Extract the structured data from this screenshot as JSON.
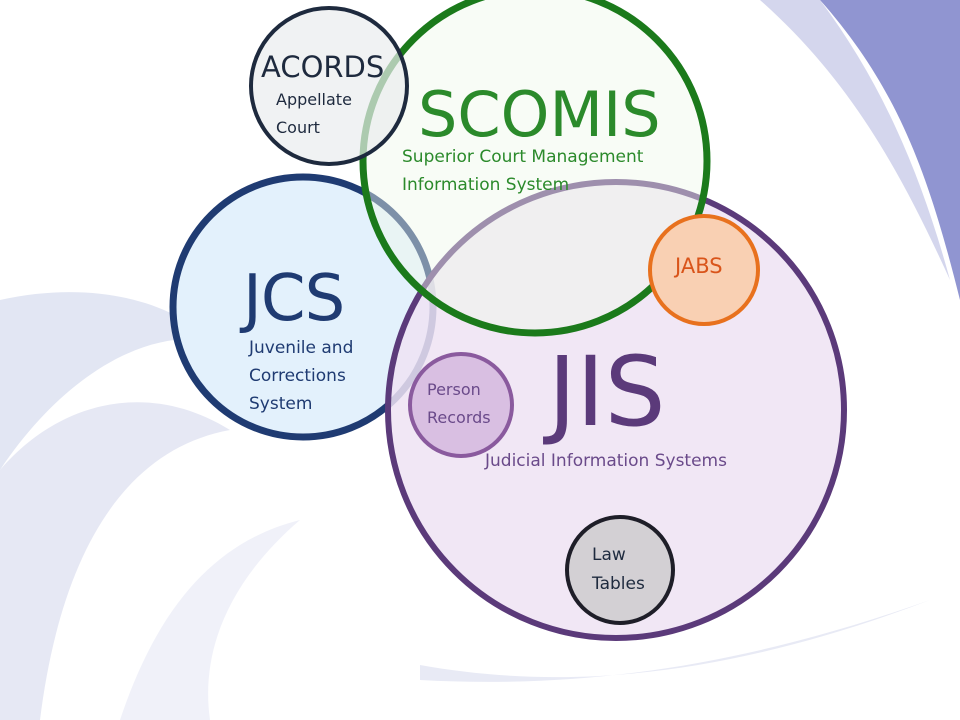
{
  "systems": {
    "jcs": {
      "name": "JCS",
      "description": "Juvenile and Corrections System"
    },
    "scomis": {
      "name": "SCOMIS",
      "description": "Superior Court Management Information System"
    },
    "acords": {
      "name": "ACORDS",
      "description": "Appellate Court"
    },
    "jis": {
      "name": "JIS",
      "description": "Judicial Information Systems"
    },
    "jabs": {
      "name": "JABS"
    },
    "person_records": {
      "label": "Person Records"
    },
    "law_tables": {
      "label": "Law Tables"
    }
  },
  "colors": {
    "jcs_border": "#1f3b72",
    "jcs_fill": "#e3f1fc",
    "scomis_border": "#1b7a1b",
    "scomis_fill": "#f0f9ec",
    "acords_border": "#1e2a3e",
    "acords_fill": "#eaedee",
    "jis_border": "#5b3a7a",
    "jis_fill": "#efe3f3",
    "jabs_border": "#e8711e",
    "jabs_fill": "#f9d0b3",
    "person_border": "#8a5a9e",
    "person_fill": "#d9bfe2",
    "law_border": "#1e1e28",
    "law_fill": "#d3d0d4"
  }
}
